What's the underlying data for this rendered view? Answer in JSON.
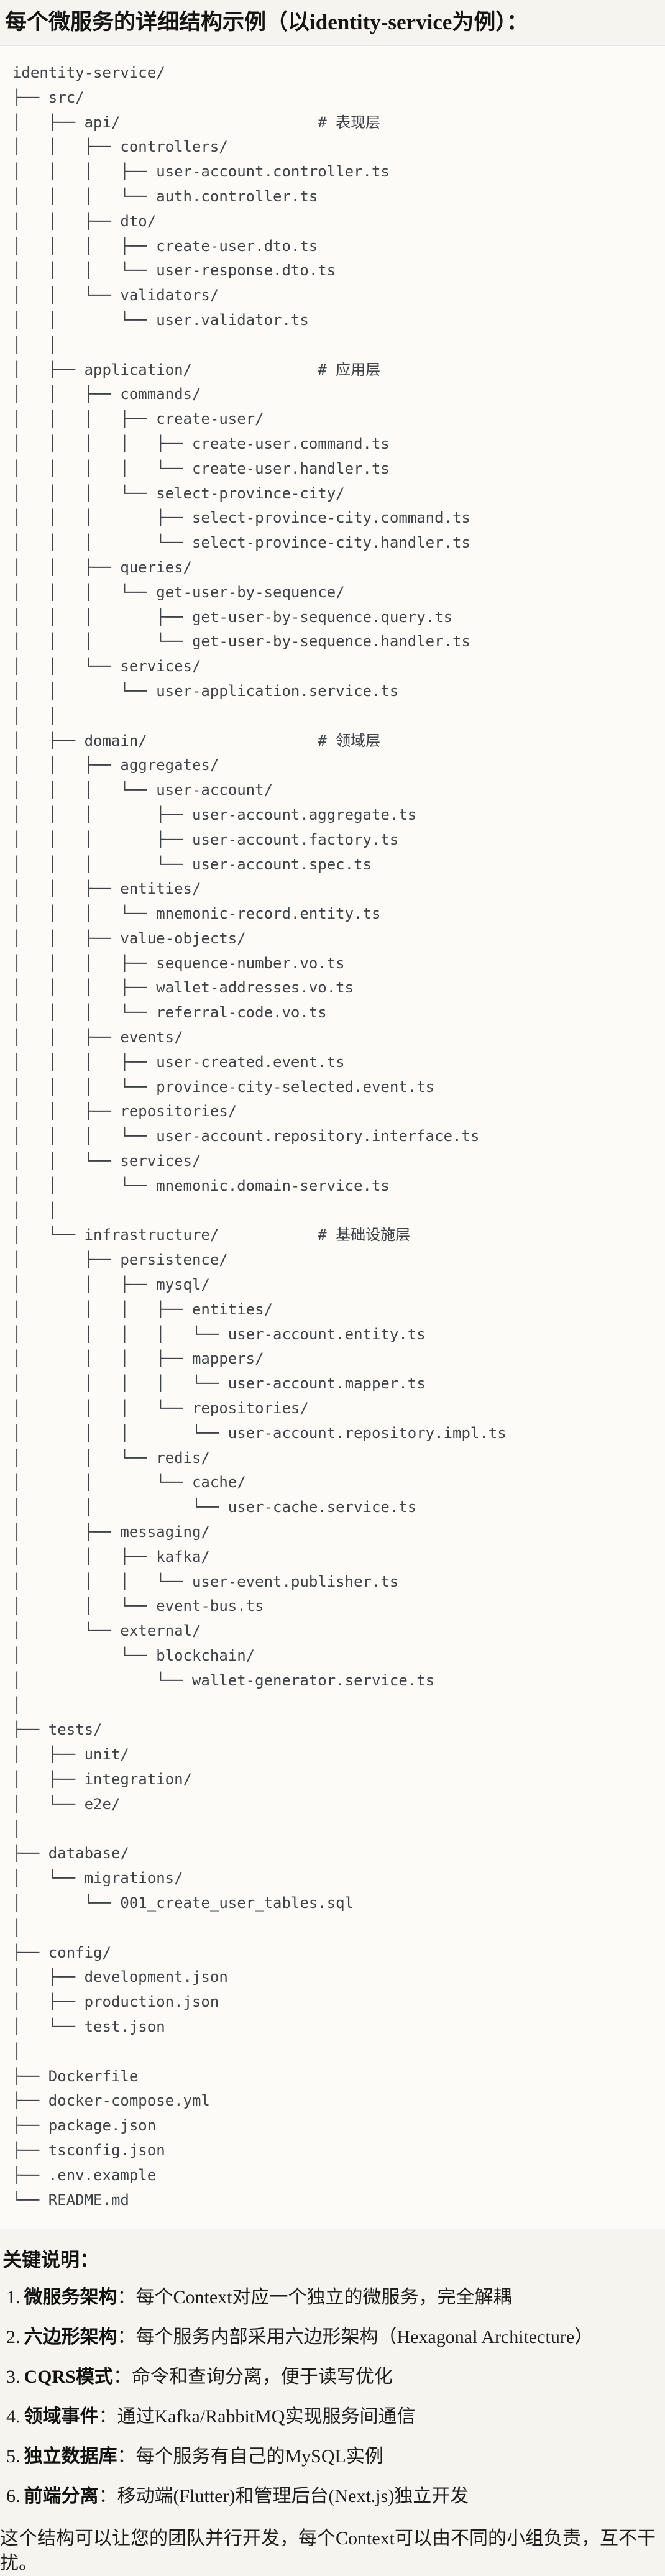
{
  "title": "每个微服务的详细结构示例（以identity-service为例）：",
  "code": {
    "tree_lines": [
      "identity-service/",
      "├── src/",
      "│   ├── api/                      # 表现层",
      "│   │   ├── controllers/",
      "│   │   │   ├── user-account.controller.ts",
      "│   │   │   └── auth.controller.ts",
      "│   │   ├── dto/",
      "│   │   │   ├── create-user.dto.ts",
      "│   │   │   └── user-response.dto.ts",
      "│   │   └── validators/",
      "│   │       └── user.validator.ts",
      "│   │",
      "│   ├── application/              # 应用层",
      "│   │   ├── commands/",
      "│   │   │   ├── create-user/",
      "│   │   │   │   ├── create-user.command.ts",
      "│   │   │   │   └── create-user.handler.ts",
      "│   │   │   └── select-province-city/",
      "│   │   │       ├── select-province-city.command.ts",
      "│   │   │       └── select-province-city.handler.ts",
      "│   │   ├── queries/",
      "│   │   │   └── get-user-by-sequence/",
      "│   │   │       ├── get-user-by-sequence.query.ts",
      "│   │   │       └── get-user-by-sequence.handler.ts",
      "│   │   └── services/",
      "│   │       └── user-application.service.ts",
      "│   │",
      "│   ├── domain/                   # 领域层",
      "│   │   ├── aggregates/",
      "│   │   │   └── user-account/",
      "│   │   │       ├── user-account.aggregate.ts",
      "│   │   │       ├── user-account.factory.ts",
      "│   │   │       └── user-account.spec.ts",
      "│   │   ├── entities/",
      "│   │   │   └── mnemonic-record.entity.ts",
      "│   │   ├── value-objects/",
      "│   │   │   ├── sequence-number.vo.ts",
      "│   │   │   ├── wallet-addresses.vo.ts",
      "│   │   │   └── referral-code.vo.ts",
      "│   │   ├── events/",
      "│   │   │   ├── user-created.event.ts",
      "│   │   │   └── province-city-selected.event.ts",
      "│   │   ├── repositories/",
      "│   │   │   └── user-account.repository.interface.ts",
      "│   │   └── services/",
      "│   │       └── mnemonic.domain-service.ts",
      "│   │",
      "│   └── infrastructure/           # 基础设施层",
      "│       ├── persistence/",
      "│       │   ├── mysql/",
      "│       │   │   ├── entities/",
      "│       │   │   │   └── user-account.entity.ts",
      "│       │   │   ├── mappers/",
      "│       │   │   │   └── user-account.mapper.ts",
      "│       │   │   └── repositories/",
      "│       │   │       └── user-account.repository.impl.ts",
      "│       │   └── redis/",
      "│       │       └── cache/",
      "│       │           └── user-cache.service.ts",
      "│       ├── messaging/",
      "│       │   ├── kafka/",
      "│       │   │   └── user-event.publisher.ts",
      "│       │   └── event-bus.ts",
      "│       └── external/",
      "│           └── blockchain/",
      "│               └── wallet-generator.service.ts",
      "│",
      "├── tests/",
      "│   ├── unit/",
      "│   ├── integration/",
      "│   └── e2e/",
      "│",
      "├── database/",
      "│   └── migrations/",
      "│       └── 001_create_user_tables.sql",
      "│",
      "├── config/",
      "│   ├── development.json",
      "│   ├── production.json",
      "│   └── test.json",
      "│",
      "├── Dockerfile",
      "├── docker-compose.yml",
      "├── package.json",
      "├── tsconfig.json",
      "├── .env.example",
      "└── README.md"
    ]
  },
  "notes": {
    "heading": "关键说明：",
    "items": [
      {
        "num": "1.",
        "term": "微服务架构",
        "desc": "：每个Context对应一个独立的微服务，完全解耦"
      },
      {
        "num": "2.",
        "term": "六边形架构",
        "desc": "：每个服务内部采用六边形架构（Hexagonal Architecture）"
      },
      {
        "num": "3.",
        "term": "CQRS模式",
        "desc": "：命令和查询分离，便于读写优化"
      },
      {
        "num": "4.",
        "term": "领域事件",
        "desc": "：通过Kafka/RabbitMQ实现服务间通信"
      },
      {
        "num": "5.",
        "term": "独立数据库",
        "desc": "：每个服务有自己的MySQL实例"
      },
      {
        "num": "6.",
        "term": "前端分离",
        "desc": "：移动端(Flutter)和管理后台(Next.js)独立开发"
      }
    ],
    "outro": "这个结构可以让您的团队并行开发，每个Context可以由不同的小组负责，互不干扰。"
  },
  "colors": {
    "page_bg": "#f5f4ef",
    "code_bg": "#fcfbf8",
    "code_border": "#e6e4df",
    "code_text": "#3f4347",
    "body_text": "#1e1e1c"
  }
}
